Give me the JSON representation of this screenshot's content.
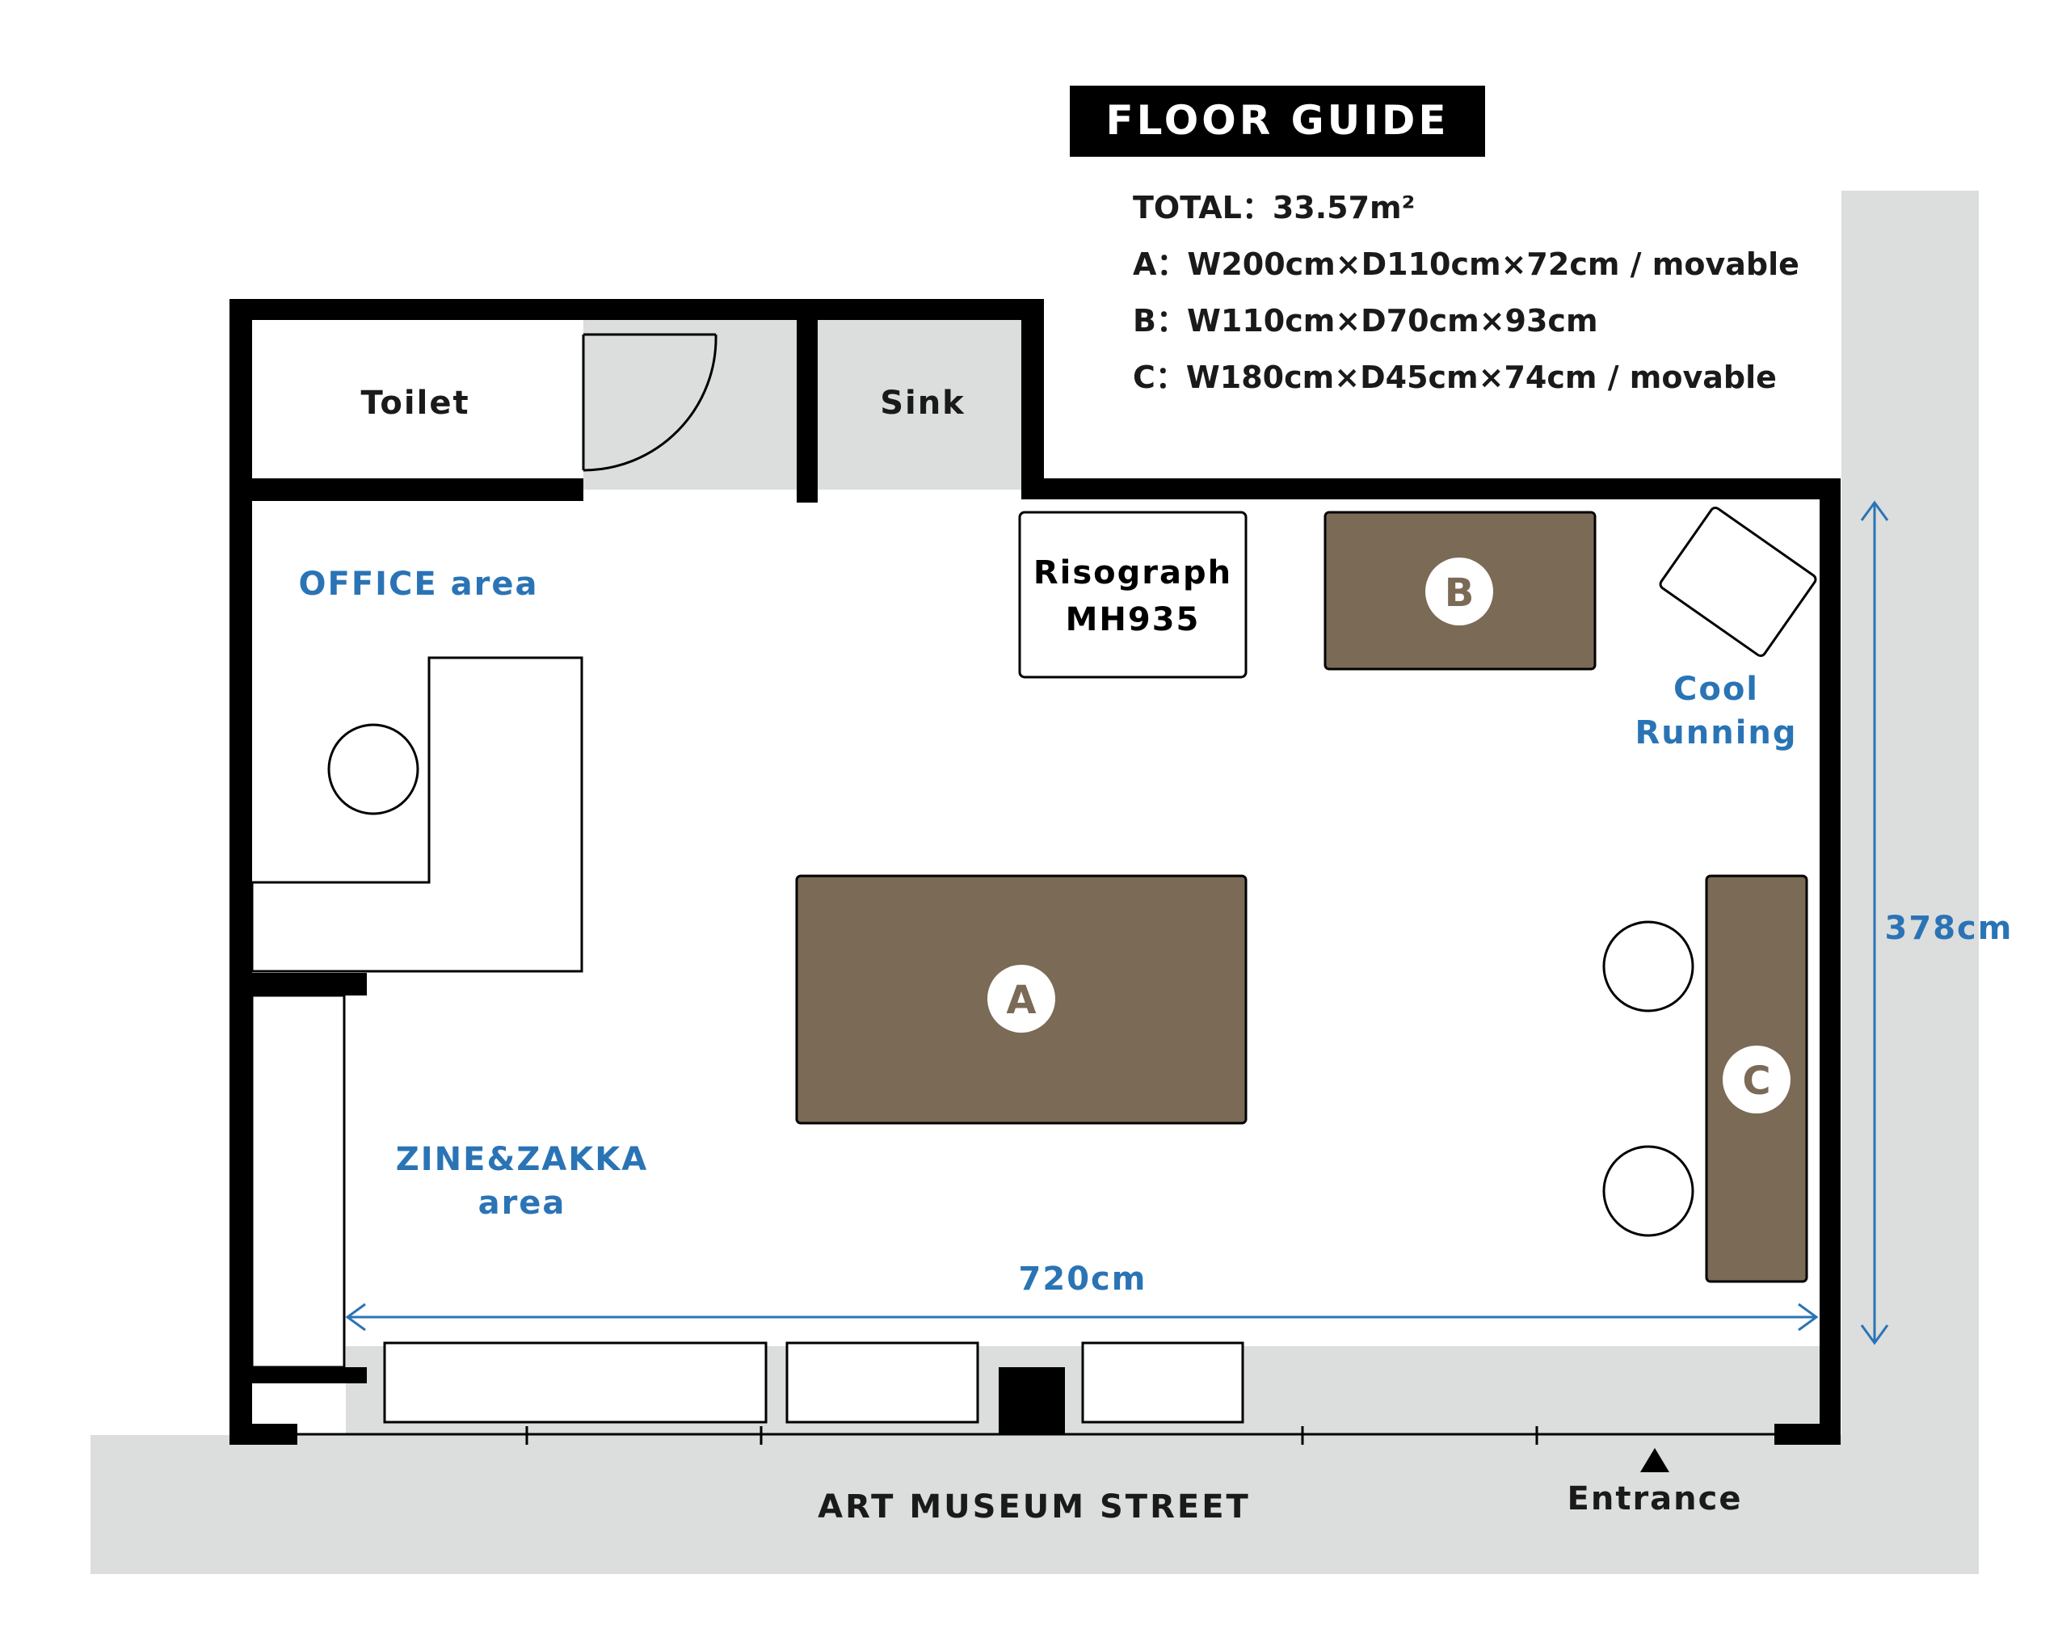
{
  "title": "FLOOR GUIDE",
  "specs": {
    "total": "TOTAL：33.57m²",
    "a": "A：W200cm×D110cm×72cm / movable",
    "b": "B：W110cm×D70cm×93cm",
    "c": "C：W180cm×D45cm×74cm / movable"
  },
  "rooms": {
    "toilet": "Toilet",
    "sink": "Sink"
  },
  "areas": {
    "office": "OFFICE area",
    "zine_line1": "ZINE&ZAKKA",
    "zine_line2": "area",
    "cool_line1": "Cool",
    "cool_line2": "Running"
  },
  "equipment": {
    "riso_line1": "Risograph",
    "riso_line2": "MH935"
  },
  "tables": {
    "a": "A",
    "b": "B",
    "c": "C"
  },
  "dimensions": {
    "width": "720cm",
    "height": "378cm"
  },
  "street": "ART MUSEUM STREET",
  "entrance": "Entrance",
  "colors": {
    "wall": "#000000",
    "table": "#7a6a56",
    "gray": "#dcdddd",
    "accent": "#2a74b5"
  }
}
